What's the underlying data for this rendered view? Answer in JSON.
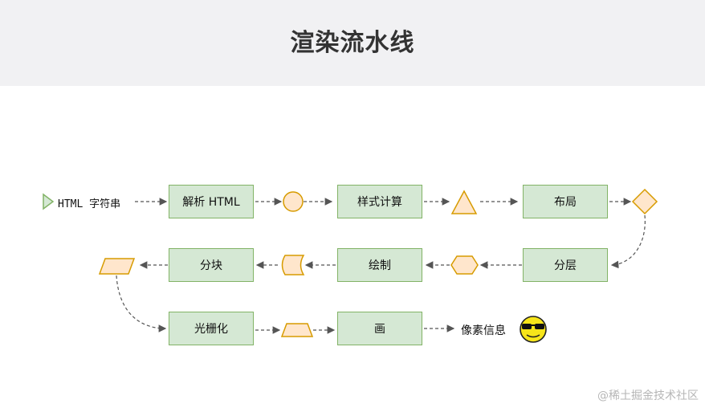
{
  "title": "渲染流水线",
  "input_label": "HTML 字符串",
  "steps": {
    "parse": "解析 HTML",
    "style": "样式计算",
    "layout": "布局",
    "layer": "分层",
    "paint": "绘制",
    "tile": "分块",
    "raster": "光栅化",
    "draw": "画"
  },
  "output_label": "像素信息",
  "watermark": "@稀土掘金技术社区",
  "colors": {
    "process_fill": "#d5e8d4",
    "process_stroke": "#82b366",
    "data_fill": "#ffe6cc",
    "data_stroke": "#d79b00",
    "arrow": "#555555"
  }
}
